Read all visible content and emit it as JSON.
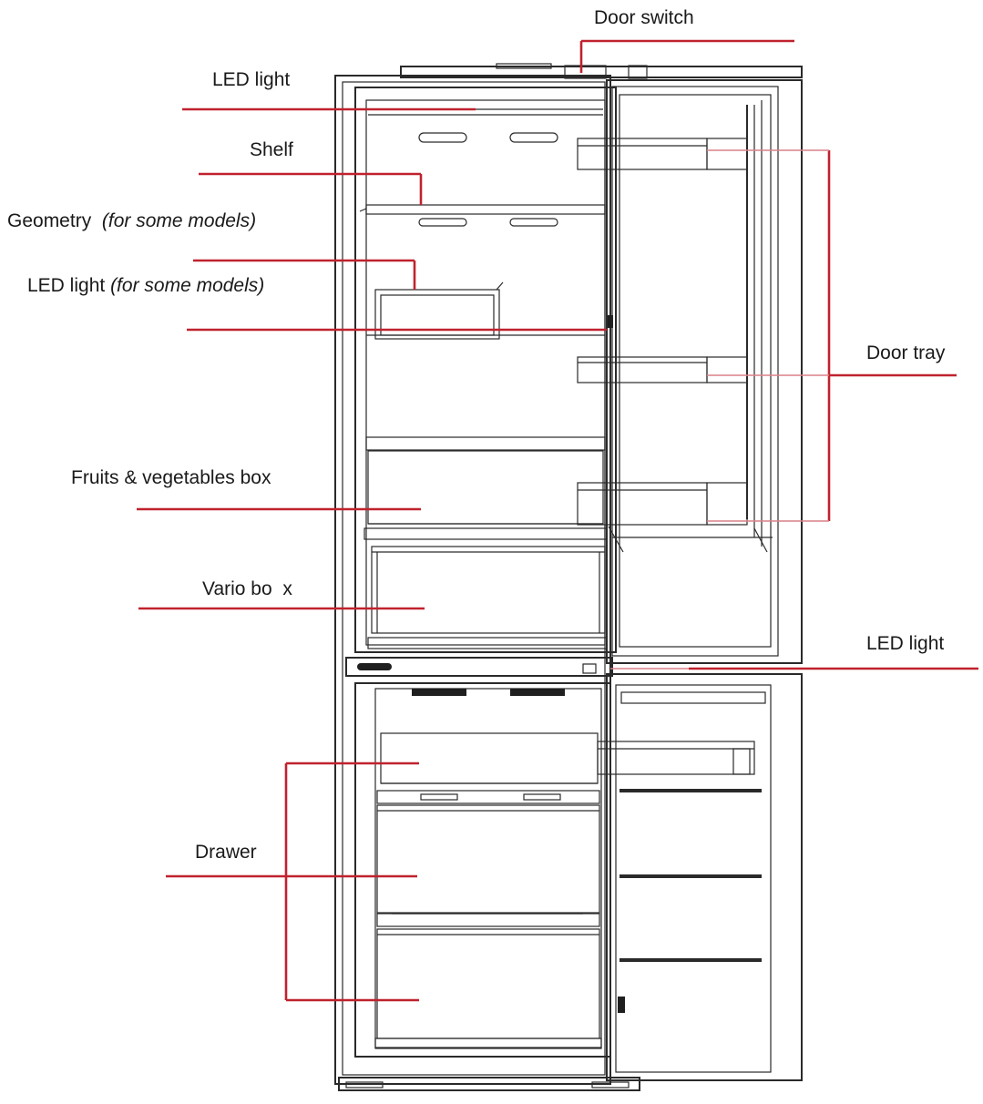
{
  "labels": {
    "door_switch": "Door switch",
    "led_light_top": "LED light",
    "shelf": "Shelf",
    "geometry": "Geometry",
    "geometry_note": "(for some models)",
    "led_light_models": "LED light",
    "led_light_models_note": "(for some models)",
    "fruits_box": "Fruits & vegetables box",
    "vario_box": "Vario bo  x",
    "door_tray": "Door tray",
    "led_light_right": "LED light",
    "drawer": "Drawer"
  },
  "colors": {
    "leader": "#c0222e",
    "outline": "#2a2a2a",
    "text": "#1a1a1a"
  }
}
